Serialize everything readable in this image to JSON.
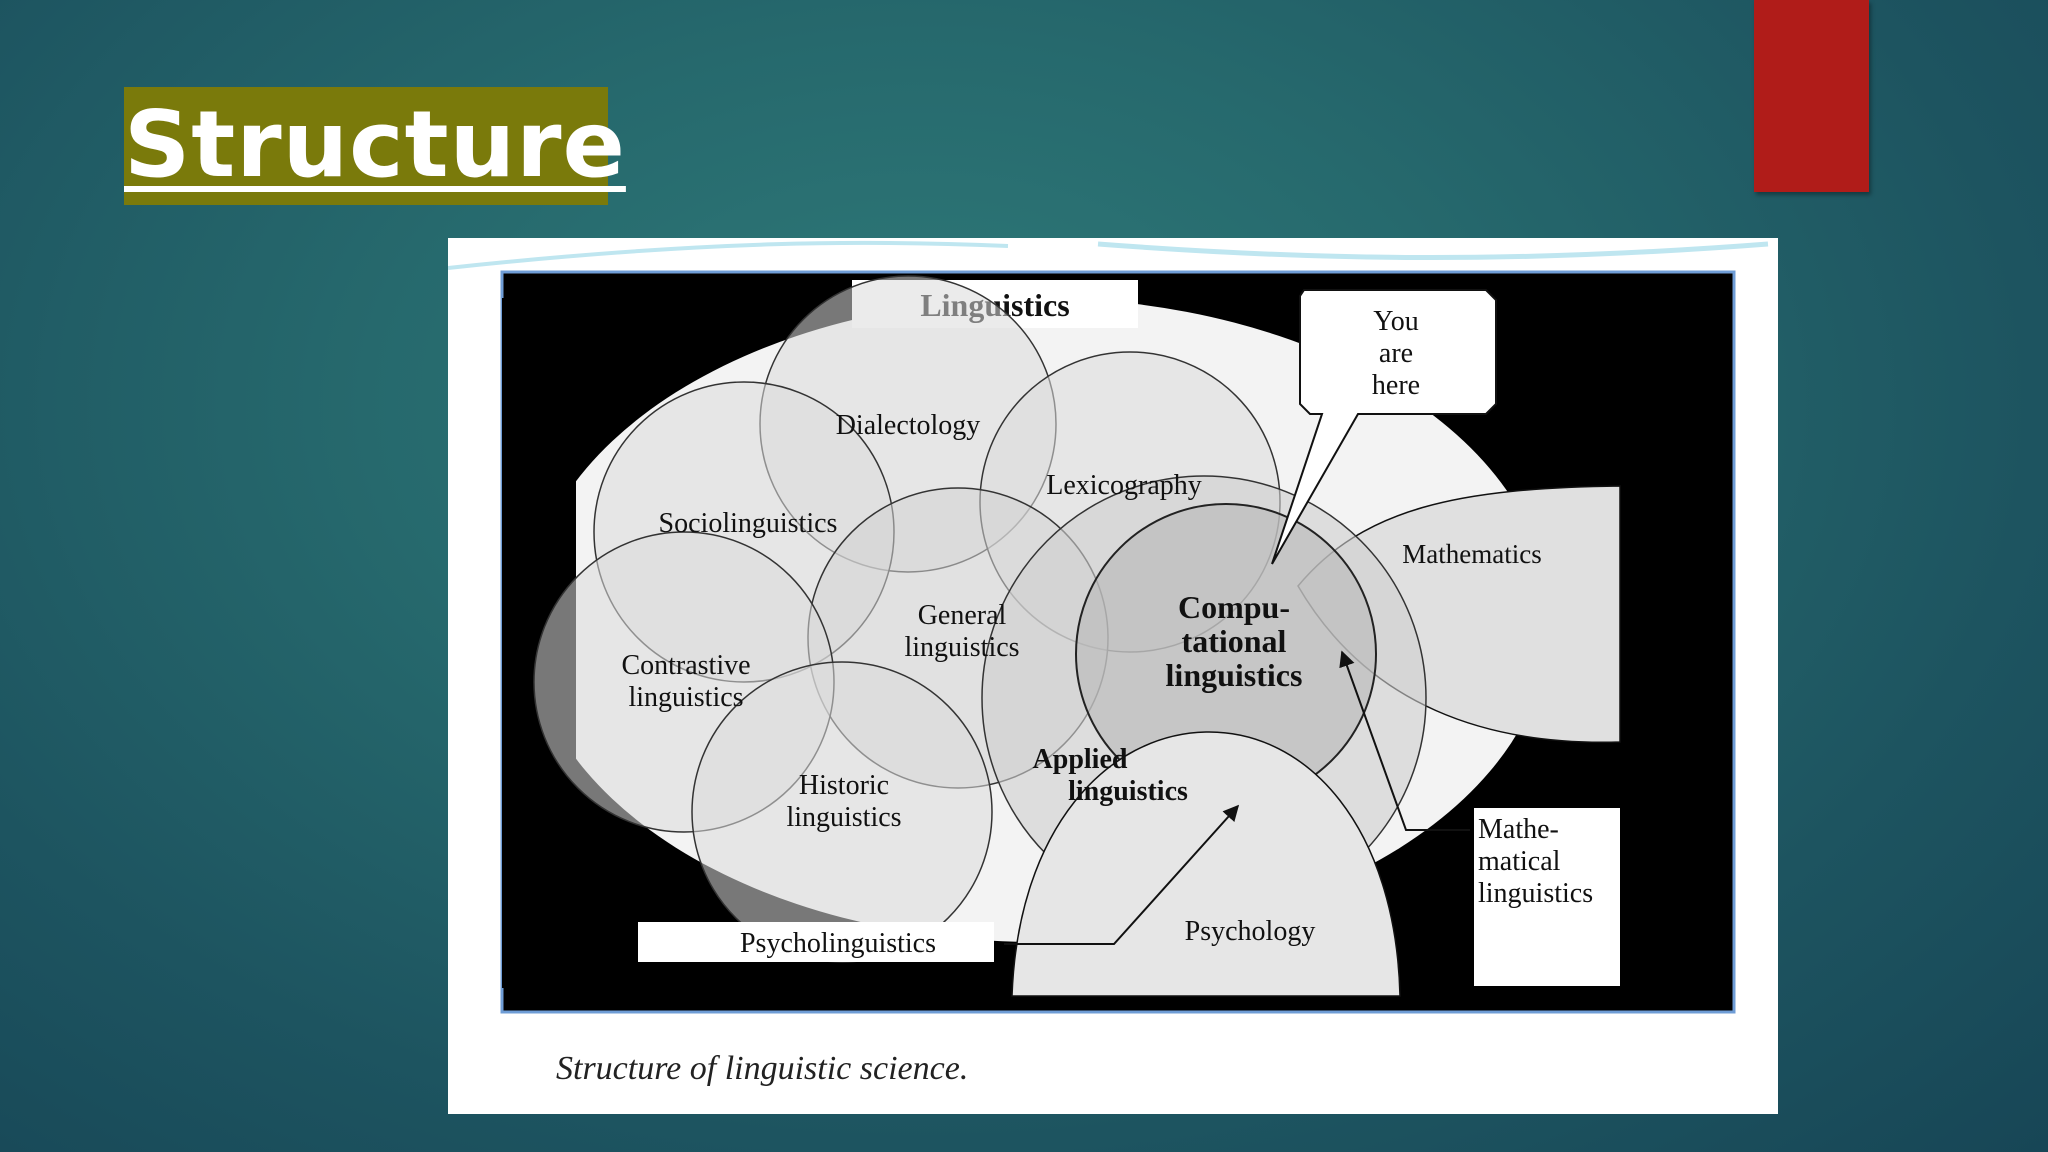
{
  "slide": {
    "title": "Structure",
    "colors": {
      "background": "#236168",
      "title_bg": "#7a7a0b",
      "accent_bar": "#b01c19"
    }
  },
  "diagram": {
    "header_label": "Linguistics",
    "callout": [
      "You",
      "are",
      "here"
    ],
    "circles": {
      "dialectology": "Dialectology",
      "lexicography": "Lexicography",
      "sociolinguistics": "Sociolinguistics",
      "general": [
        "General",
        "linguistics"
      ],
      "contrastive": [
        "Contrastive",
        "linguistics"
      ],
      "historic": [
        "Historic",
        "linguistics"
      ],
      "applied": [
        "Applied",
        "linguistics"
      ],
      "computational": [
        "Compu-",
        "tational",
        "linguistics"
      ]
    },
    "mathematics": "Mathematics",
    "psychology": "Psychology",
    "psycholinguistics": "Psycholinguistics",
    "math_linguistics": [
      "Mathe-",
      "matical",
      "linguistics"
    ],
    "caption": "Structure of linguistic science."
  }
}
